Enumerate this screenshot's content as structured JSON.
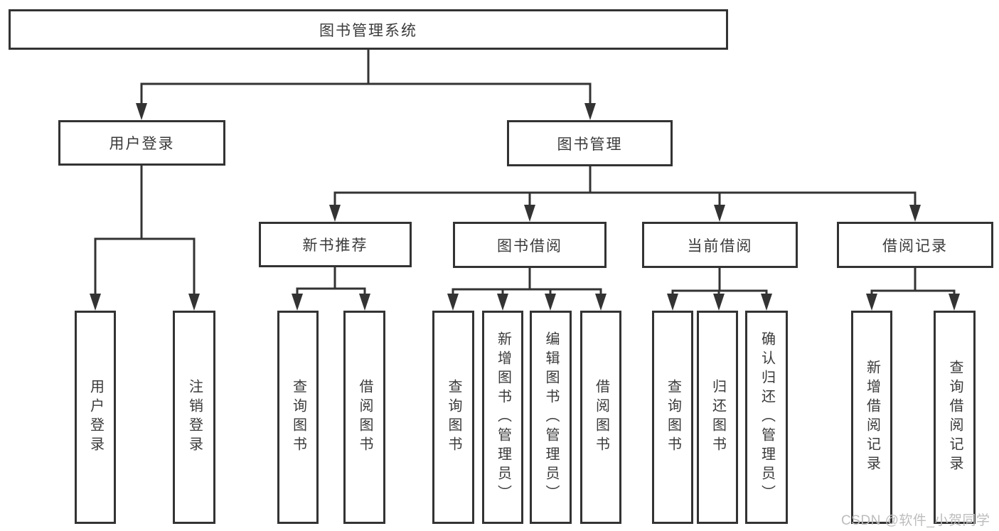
{
  "diagram": {
    "root": {
      "label": "图书管理系统"
    },
    "branches": [
      {
        "label": "用户登录",
        "children": [
          {
            "label": "用户登录"
          },
          {
            "label": "注销登录"
          }
        ]
      },
      {
        "label": "图书管理",
        "children": [
          {
            "label": "新书推荐",
            "children": [
              {
                "label": "查询图书"
              },
              {
                "label": "借阅图书"
              }
            ]
          },
          {
            "label": "图书借阅",
            "children": [
              {
                "label": "查询图书"
              },
              {
                "label": "新增图书（管理员）"
              },
              {
                "label": "编辑图书（管理员）"
              },
              {
                "label": "借阅图书"
              }
            ]
          },
          {
            "label": "当前借阅",
            "children": [
              {
                "label": "查询图书"
              },
              {
                "label": "归还图书"
              },
              {
                "label": "确认归还（管理员）"
              }
            ]
          },
          {
            "label": "借阅记录",
            "children": [
              {
                "label": "新增借阅记录"
              },
              {
                "label": "查询借阅记录"
              }
            ]
          }
        ]
      }
    ]
  },
  "watermark": {
    "text": "CSDN @软件_小贺同学"
  },
  "colors": {
    "line": "#333333",
    "box_border": "#333333",
    "text": "#3a3a3a",
    "background": "#ffffff",
    "watermark": "#bdbdbd"
  }
}
